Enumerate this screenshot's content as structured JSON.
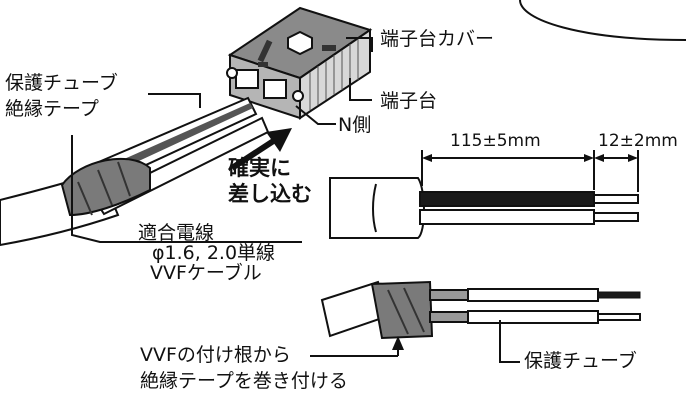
{
  "labels": {
    "terminal_cover": "端子台カバー",
    "terminal_block": "端子台",
    "protective_tube_top": "保護チューブ",
    "insulating_tape": "絶縁テープ",
    "n_side": "N側",
    "insert_line1": "確実に",
    "insert_line2": "差し込む",
    "compatible_wire_title": "適合電線",
    "compatible_wire_spec": "φ1.6, 2.0単線",
    "compatible_wire_type": "VVFケーブル",
    "dim_sheath_strip": "115±5mm",
    "dim_conductor_strip": "12±2mm",
    "tape_note_line1": "VVFの付け根から",
    "tape_note_line2": "絶縁テープを巻き付ける",
    "protective_tube_bottom": "保護チューブ"
  },
  "colors": {
    "ink": "#111111",
    "device_fill": "#8a8a8a",
    "device_dark": "#333333",
    "sheath_fill": "#ffffff",
    "black_wire": "#1a1a1a",
    "tape_gray": "#7a7a7a"
  }
}
